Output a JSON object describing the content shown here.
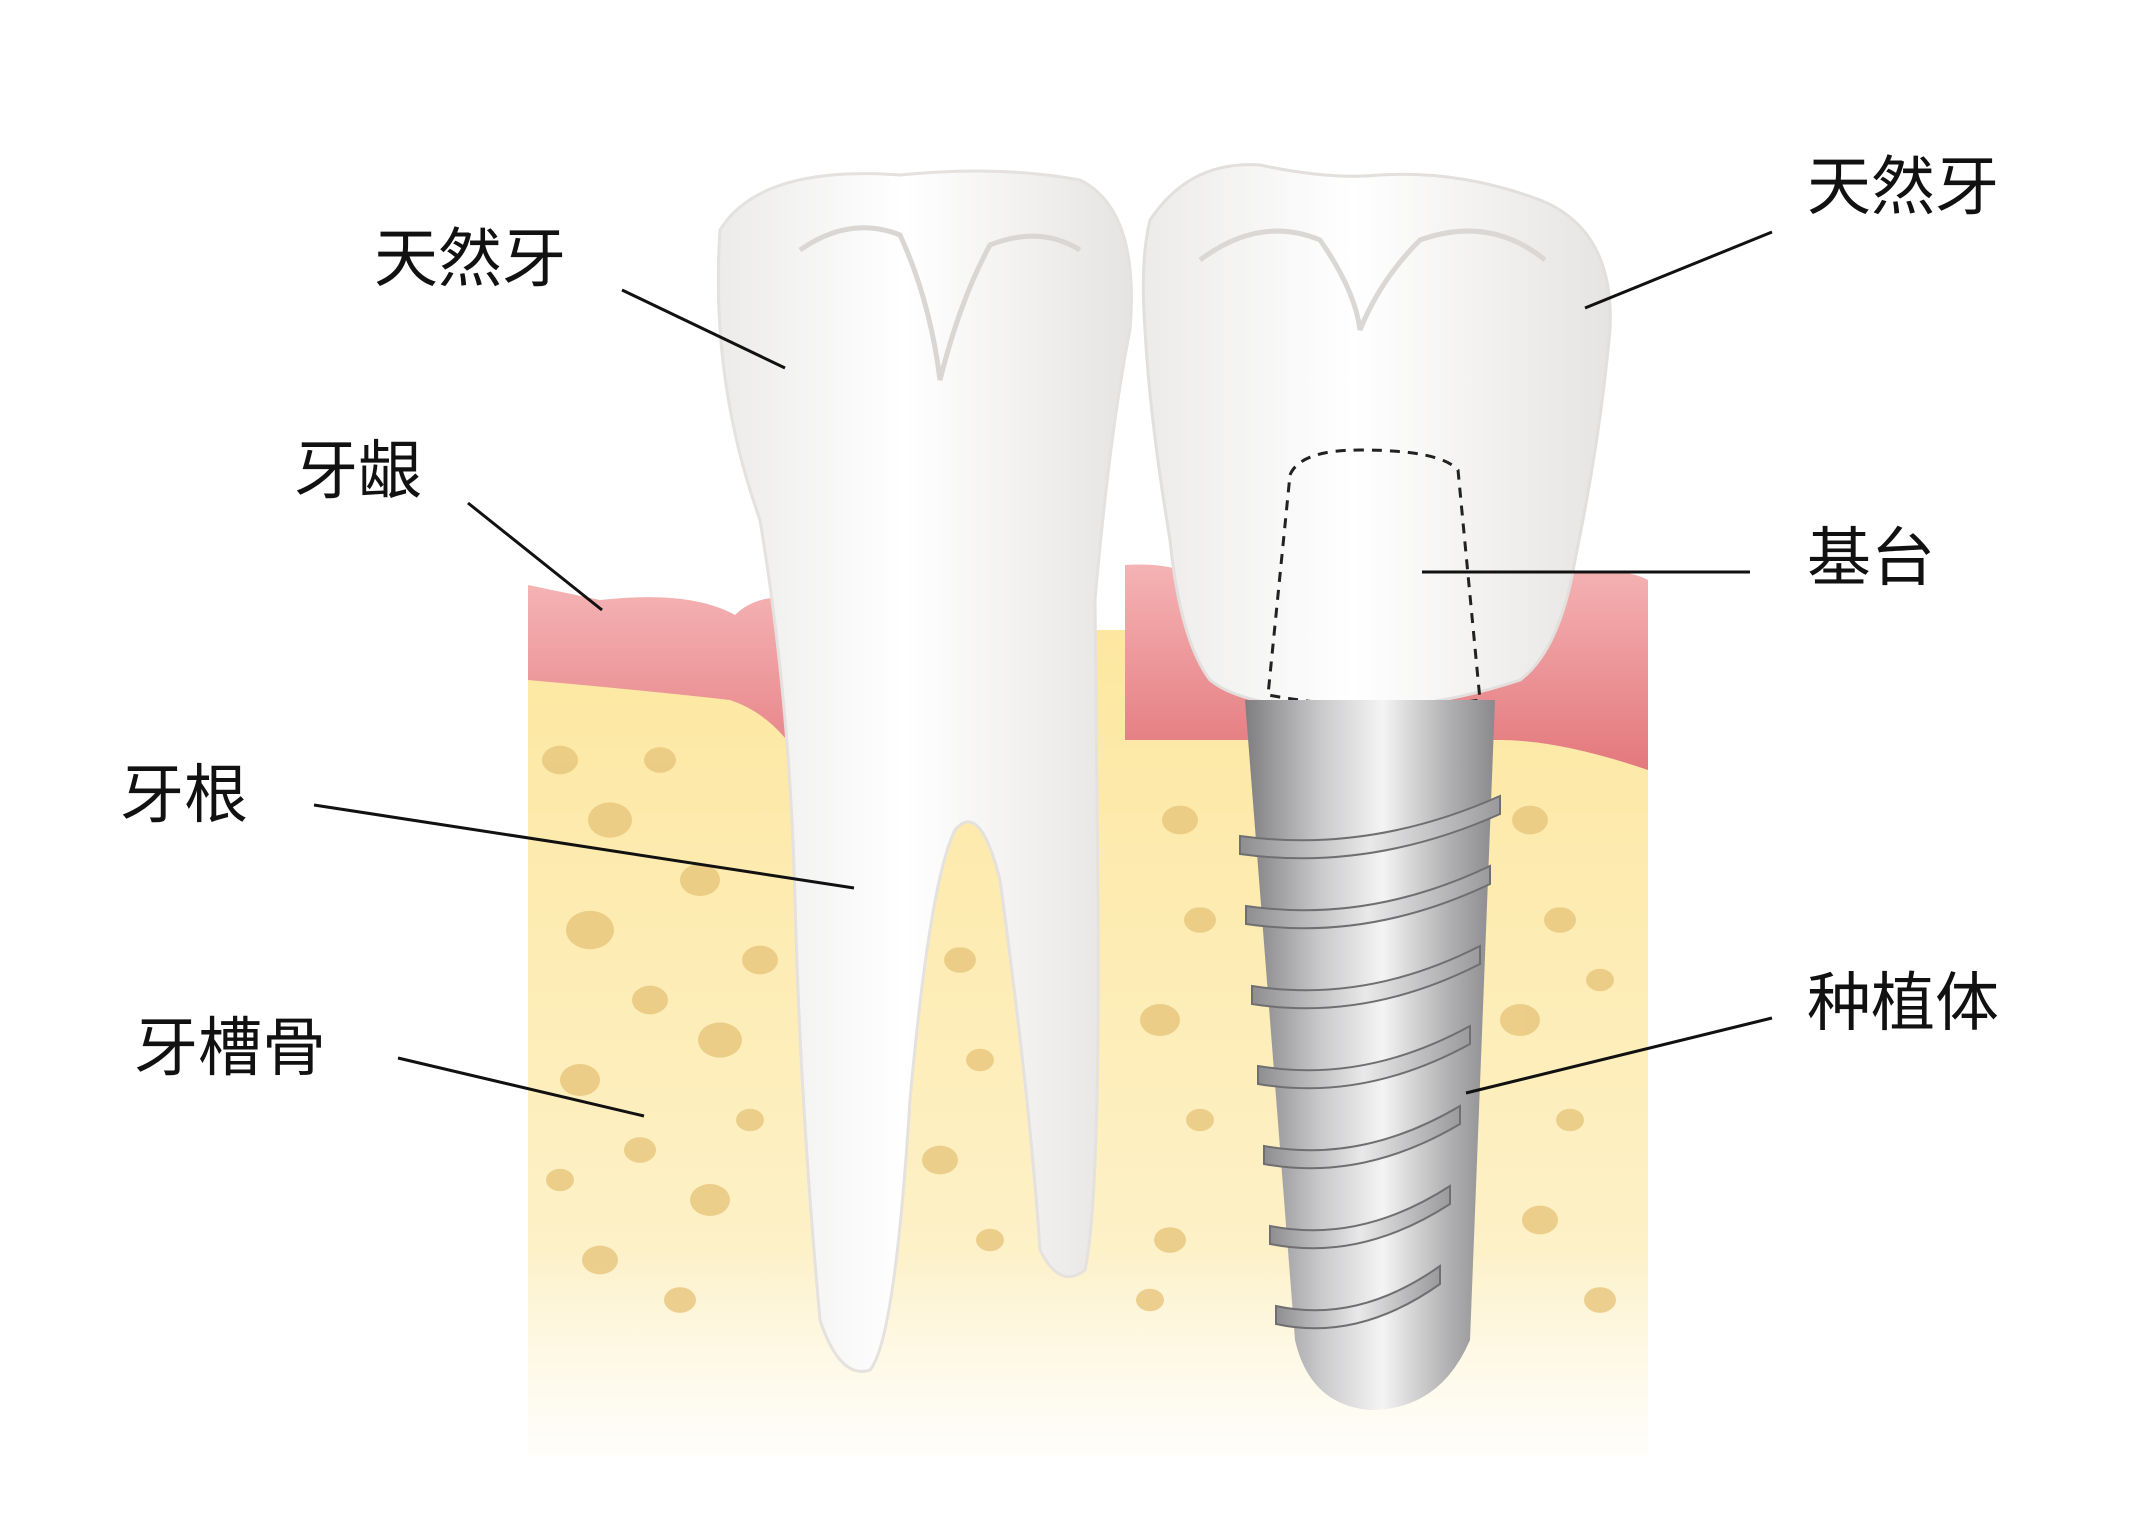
{
  "labels": {
    "natural_tooth_left": "天然牙",
    "natural_tooth_right": "天然牙",
    "gum": "牙龈",
    "root": "牙根",
    "alveolar_bone": "牙槽骨",
    "abutment": "基台",
    "implant": "种植体"
  },
  "colors": {
    "gum": "#e98a8f",
    "gum_light": "#f5b6b2",
    "bone": "#fbe6a6",
    "bone_spot": "#e9c87a",
    "tooth": "#f7f4f2",
    "implant_metal": "#a9a9ab",
    "leader_line": "#111111"
  }
}
